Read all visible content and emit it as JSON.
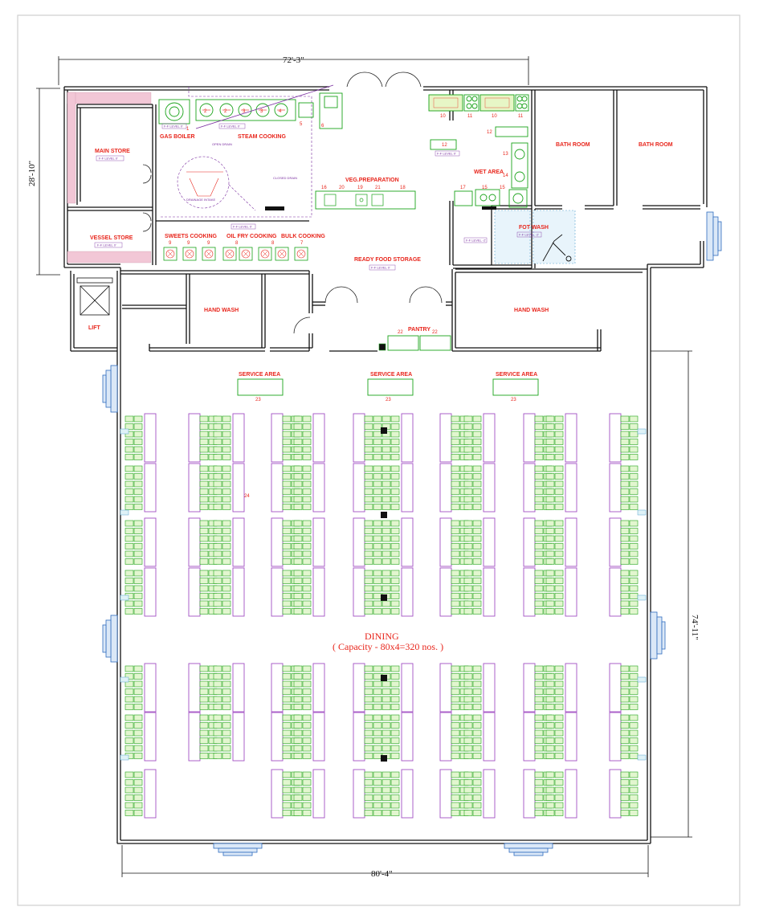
{
  "dimensions": {
    "top": "72'-3\"",
    "left": "28'-10\"",
    "right": "74'-11\"",
    "bottom": "80'-4\""
  },
  "rooms": {
    "main_store": "MAIN STORE",
    "vessel_store": "VESSEL STORE",
    "lift": "LIFT",
    "gas_boiler": "GAS BOILER",
    "steam_cooking": "STEAM COOKING",
    "open_drain": "OPEN DRAIN",
    "closed_drain": "CLOSED DRAIN",
    "drainage": "DRAINAGE INTAKE",
    "level_a": "F-F LEVEL 0'",
    "level_b": "F-F LEVEL 0'",
    "level_c": "F-F LEVEL 0'",
    "level_d": "F-F LEVEL 0'",
    "level_e": "F-F LEVEL 0'",
    "level_f": "F-F LEVEL 0'",
    "level_g": "F-F LEVEL -2'",
    "level_h": "F-F LEVEL -2'",
    "level_i": "F-F LEVEL 0'",
    "veg_prep": "VEG.PREPARATION",
    "wet_area": "WET AREA",
    "foot_wash": "FOT WASH",
    "bath_room_1": "BATH ROOM",
    "bath_room_2": "BATH ROOM",
    "sweets_cooking": "SWEETS COOKING",
    "oil_fry_cooking": "OIL FRY COOKING",
    "bulk_cooking": "BULK COOKING",
    "ready_food_storage": "READY FOOD STORAGE",
    "hand_wash_1": "HAND WASH",
    "hand_wash_2": "HAND WASH",
    "pantry": "PANTRY",
    "service_area_1": "SERVICE AREA",
    "service_area_2": "SERVICE AREA",
    "service_area_3": "SERVICE AREA",
    "dining": "DINING",
    "capacity": "( Capacity - 80x4=320 nos. )"
  },
  "equipment_numbers": {
    "boiler": "1",
    "steam": [
      "2",
      "2",
      "3",
      "3",
      "4"
    ],
    "steam_extra": [
      "5",
      "6"
    ],
    "sweets": [
      "9",
      "9",
      "9"
    ],
    "oil": [
      "8",
      "8"
    ],
    "bulk": [
      "8",
      "7"
    ],
    "veg": [
      "16",
      "20",
      "19",
      "21",
      "18"
    ],
    "range_top": [
      "10",
      "11",
      "10",
      "11"
    ],
    "tables": [
      "12",
      "12"
    ],
    "wet": [
      "13",
      "14",
      "15",
      "17",
      "15"
    ],
    "pantry": [
      "22",
      "22"
    ],
    "service": [
      "23",
      "23",
      "23"
    ],
    "dining_table": "24"
  }
}
